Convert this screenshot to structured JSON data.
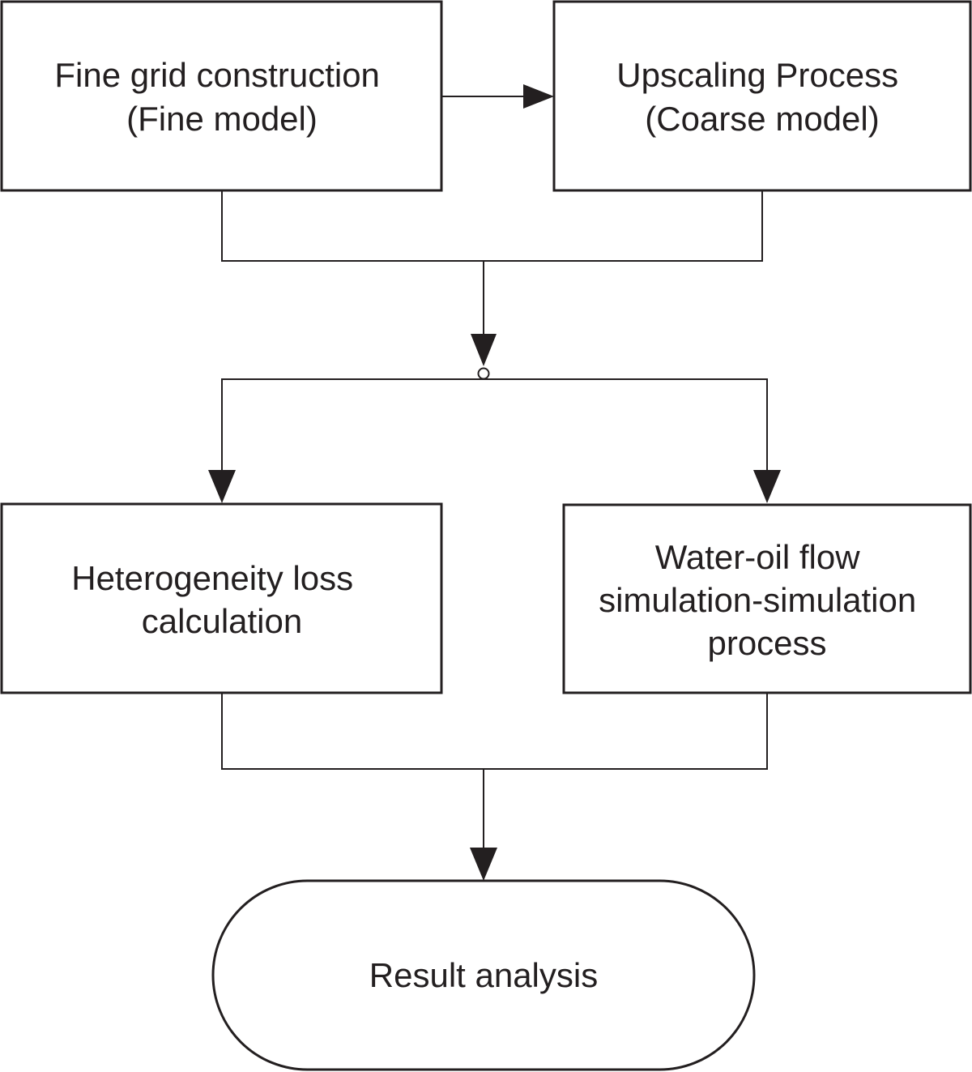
{
  "nodes": {
    "fine_grid": {
      "lines": [
        "Fine grid construction",
        "(Fine model)"
      ]
    },
    "upscaling": {
      "lines": [
        "Upscaling Process",
        "(Coarse model)"
      ]
    },
    "heterogeneity": {
      "lines": [
        "Heterogeneity loss",
        "calculation"
      ]
    },
    "flow_simulation": {
      "lines": [
        "Water-oil flow",
        "simulation-simulation",
        "process"
      ]
    },
    "result": {
      "lines": [
        "Result analysis"
      ]
    }
  },
  "colors": {
    "stroke": "#231f20",
    "fill": "#ffffff"
  }
}
